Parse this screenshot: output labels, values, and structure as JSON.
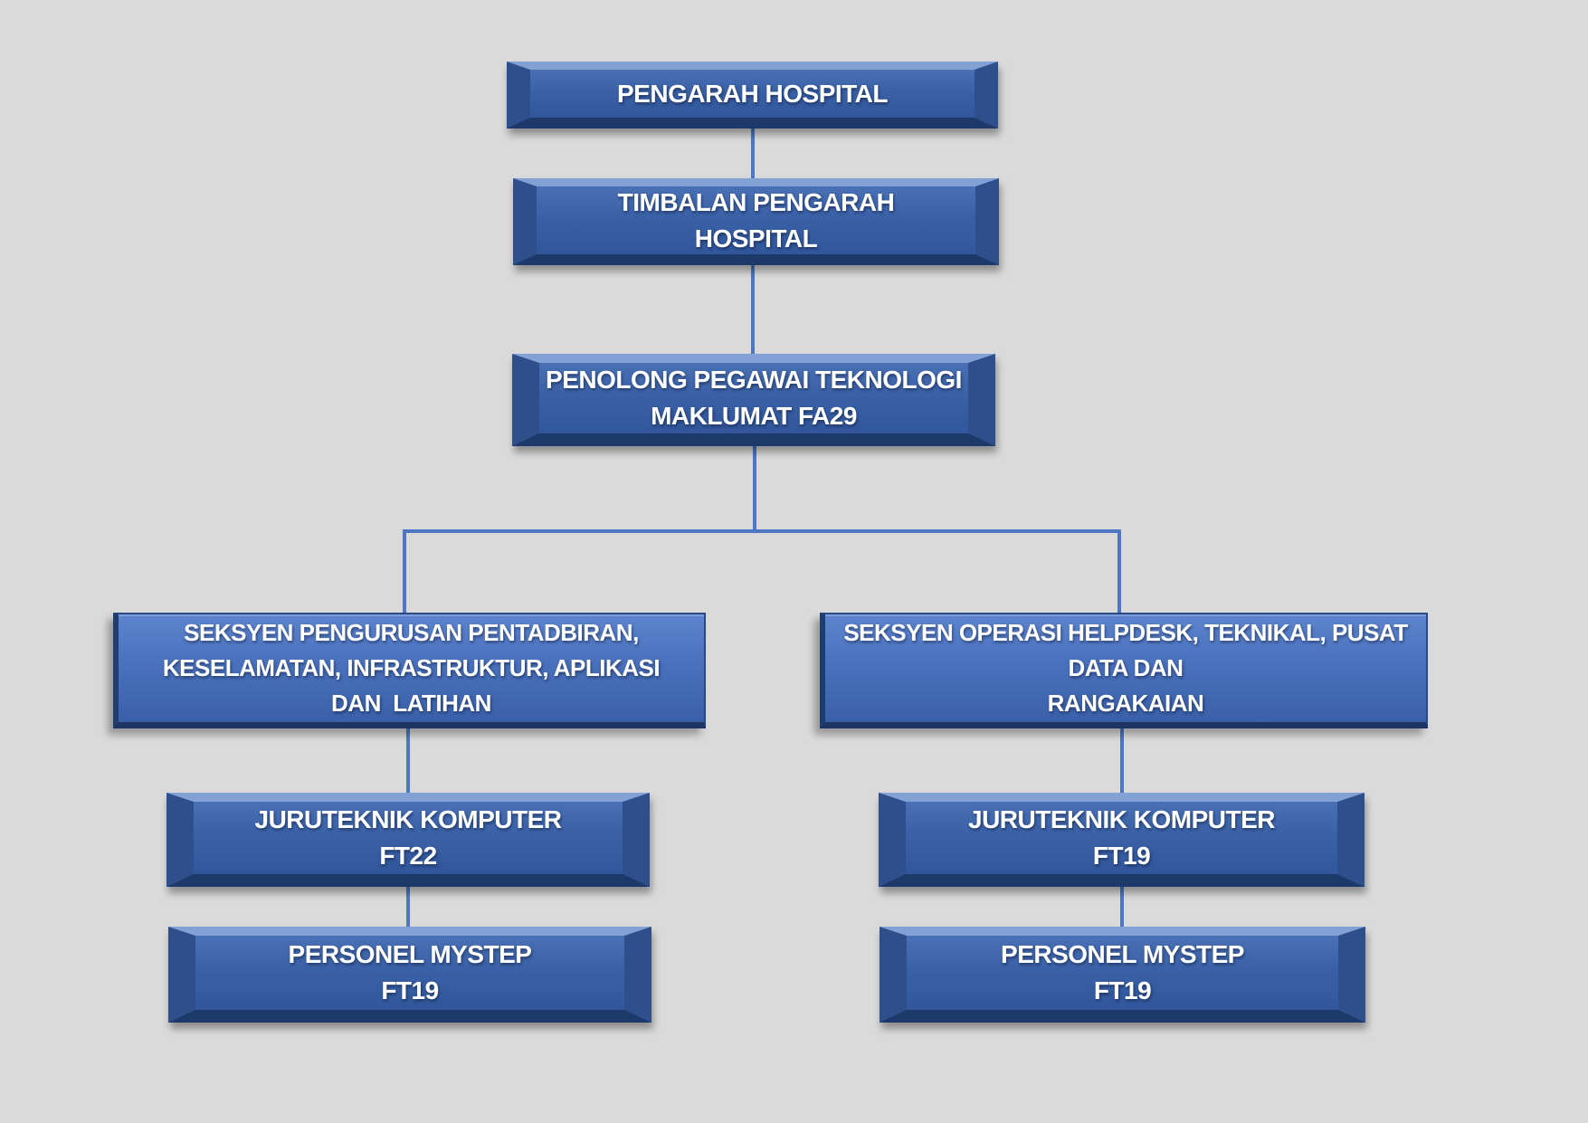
{
  "palette": {
    "background": "#dadadb",
    "connector_blue": "#4d77c4",
    "node_face_blue": "#3a61a7",
    "node_bevel_light": "#84a1d6",
    "node_bevel_dark": "#1d3969",
    "text": "#ffffff"
  },
  "org_chart": {
    "nodes": [
      {
        "id": "pengarah-hospital",
        "lines": [
          "PENGARAH HOSPITAL"
        ]
      },
      {
        "id": "timbalan-pengarah",
        "lines": [
          "TIMBALAN PENGARAH",
          "HOSPITAL"
        ]
      },
      {
        "id": "penolong-pegawai",
        "lines": [
          "PENOLONG PEGAWAI TEKNOLOGI",
          "MAKLUMAT FA29"
        ]
      },
      {
        "id": "seksyen-pengurusan",
        "lines": [
          "SEKSYEN PENGURUSAN PENTADBIRAN,",
          "KESELAMATAN, INFRASTRUKTUR, APLIKASI",
          "DAN  LATIHAN"
        ]
      },
      {
        "id": "seksyen-operasi",
        "lines": [
          "SEKSYEN OPERASI HELPDESK, TEKNIKAL, PUSAT",
          "DATA DAN",
          "RANGAKAIAN"
        ]
      },
      {
        "id": "juruteknik-ft22",
        "lines": [
          "JURUTEKNIK KOMPUTER",
          "FT22"
        ]
      },
      {
        "id": "juruteknik-ft19",
        "lines": [
          "JURUTEKNIK KOMPUTER",
          "FT19"
        ]
      },
      {
        "id": "personel-mystep-left",
        "lines": [
          "PERSONEL MYSTEP",
          "FT19"
        ]
      },
      {
        "id": "personel-mystep-right",
        "lines": [
          "PERSONEL MYSTEP",
          "FT19"
        ]
      }
    ]
  }
}
